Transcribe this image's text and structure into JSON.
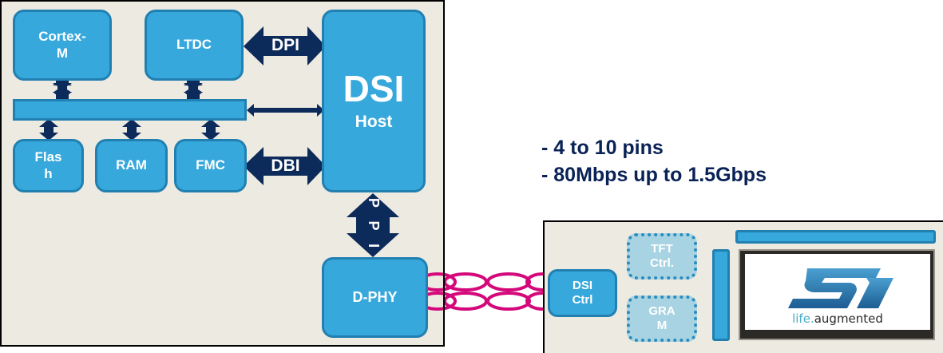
{
  "soc": {
    "blocks": {
      "cortex": "Cortex-\nM",
      "ltdc": "LTDC",
      "dsi_host_title": "DSI",
      "dsi_host_sub": "Host",
      "flash": "Flas\nh",
      "ram": "RAM",
      "fmc": "FMC",
      "dphy": "D-PHY"
    },
    "interfaces": {
      "dpi": "DPI",
      "dbi": "DBI",
      "ppi": "P P I"
    }
  },
  "features": [
    "- 4 to 10 pins",
    "- 80Mbps up to 1.5Gbps"
  ],
  "display_module": {
    "dsi_ctrl": "DSI\nCtrl",
    "tft_ctrl": "TFT\nCtrl.",
    "gram": "GRA\nM",
    "logo_tagline_1": "life",
    "logo_tagline_dot": ".",
    "logo_tagline_2": "augmented"
  },
  "colors": {
    "block_fill": "#36a8dc",
    "block_border": "#2280b1",
    "arrow": "#0c2a5a",
    "link": "#d4087a",
    "panel_bg": "#edeae1",
    "text_dark": "#0a2356"
  }
}
